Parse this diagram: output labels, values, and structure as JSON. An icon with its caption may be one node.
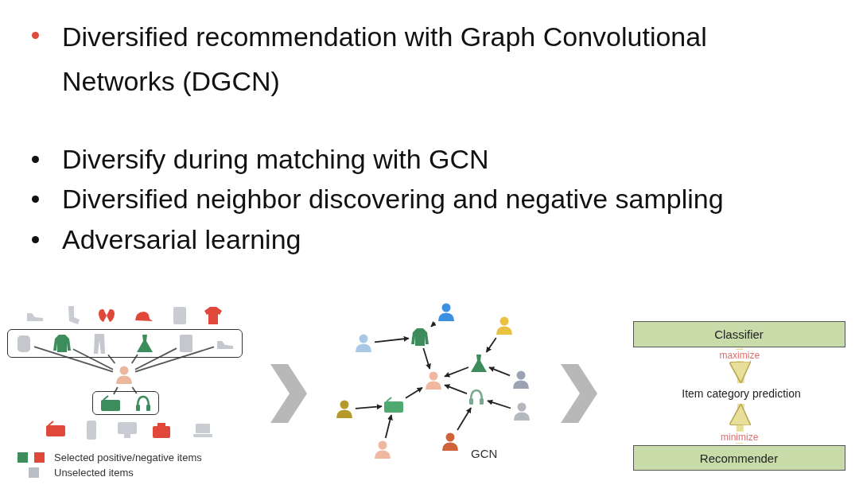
{
  "diagram": {
    "nodes": [
      {
        "text": [],
        "shape": "shoe"
      },
      {
        "text": [],
        "shape": "sock"
      },
      {
        "text": [],
        "shape": "mitten"
      },
      {
        "text": [],
        "shape": "cap"
      },
      {
        "text": [],
        "shape": "cabinet"
      },
      {
        "text": [],
        "shape": "shirt"
      },
      {
        "text": [],
        "shape": "box"
      },
      {
        "text": [],
        "shape": "coat",
        "in": 6
      },
      {
        "text": [],
        "shape": "sweater",
        "in": 6
      },
      {
        "text": [],
        "shape": "trousers",
        "in": 6
      },
      {
        "text": [],
        "shape": "dress",
        "in": 6
      },
      {
        "text": [],
        "shape": "cabinet",
        "in": 6
      },
      {
        "text": [],
        "shape": "shoe",
        "in": 6
      },
      {
        "text": [],
        "shape": "person"
      },
      {
        "text": [],
        "shape": "box"
      },
      {
        "text": [],
        "shape": "radio",
        "in": 14
      },
      {
        "text": [],
        "shape": "headphones",
        "in": 14
      },
      {
        "text": [],
        "shape": "radio"
      },
      {
        "text": [],
        "shape": "phone"
      },
      {
        "text": [],
        "shape": "monitor"
      },
      {
        "text": [],
        "shape": "camera"
      },
      {
        "text": [],
        "shape": "laptop"
      },
      {
        "text": [],
        "shape": "person"
      },
      {
        "text": [],
        "shape": "person"
      },
      {
        "text": [],
        "shape": "sweater"
      },
      {
        "text": [],
        "shape": "person"
      },
      {
        "text": [],
        "shape": "person"
      },
      {
        "text": [],
        "shape": "dress"
      },
      {
        "text": [],
        "shape": "person"
      },
      {
        "text": [],
        "shape": "person"
      },
      {
        "text": [],
        "shape": "headphones"
      },
      {
        "text": [],
        "shape": "person"
      },
      {
        "text": [],
        "shape": "radio"
      },
      {
        "text": [],
        "shape": "person"
      },
      {
        "text": [],
        "shape": "person"
      },
      {
        "text": [
          "Classifier"
        ]
      },
      {
        "text": [
          "Item category prediction"
        ]
      },
      {
        "text": [
          "Recommender"
        ]
      }
    ],
    "edges": [
      {
        "from": 7,
        "to": 13,
        "arrow": "none"
      },
      {
        "from": 8,
        "to": 13,
        "arrow": "none"
      },
      {
        "from": 9,
        "to": 13,
        "arrow": "none"
      },
      {
        "from": 10,
        "to": 13,
        "arrow": "none"
      },
      {
        "from": 11,
        "to": 13,
        "arrow": "none"
      },
      {
        "from": 12,
        "to": 13,
        "arrow": "none"
      },
      {
        "from": 13,
        "to": 15,
        "arrow": "none"
      },
      {
        "from": 13,
        "to": 16,
        "arrow": "none"
      },
      {
        "from": 22,
        "to": 24,
        "arrow": "to"
      },
      {
        "from": 23,
        "to": 24,
        "arrow": "to"
      },
      {
        "from": 24,
        "to": 25,
        "arrow": "to"
      },
      {
        "from": 26,
        "to": 27,
        "arrow": "to"
      },
      {
        "from": 28,
        "to": 27,
        "arrow": "to"
      },
      {
        "from": 27,
        "to": 25,
        "arrow": "to"
      },
      {
        "from": 30,
        "to": 25,
        "arrow": "to"
      },
      {
        "from": 29,
        "to": 30,
        "arrow": "to"
      },
      {
        "from": 34,
        "to": 30,
        "arrow": "to"
      },
      {
        "from": 31,
        "to": 32,
        "arrow": "to"
      },
      {
        "from": 33,
        "to": 32,
        "arrow": "to"
      },
      {
        "from": 32,
        "to": 25,
        "arrow": "to"
      },
      {
        "from": 35,
        "to": 36,
        "arrow": "to",
        "label": "maximize",
        "style": "thick",
        "color": "#e8df9a"
      },
      {
        "from": 37,
        "to": 36,
        "arrow": "to",
        "label": "minimize",
        "style": "thick",
        "color": "#e8df9a"
      }
    ],
    "labels": [
      "Diversified recommendation with Graph Convolutional Networks (DGCN)",
      "Diversify during matching with GCN",
      "Diversified neighbor discovering and negative sampling",
      "Adversarial learning",
      "GCN"
    ],
    "legend": [
      {
        "text": "Selected positive/negative items",
        "color": "#3d8c5c"
      },
      {
        "text": "Unselected items",
        "color": "#b9bec6"
      }
    ]
  }
}
